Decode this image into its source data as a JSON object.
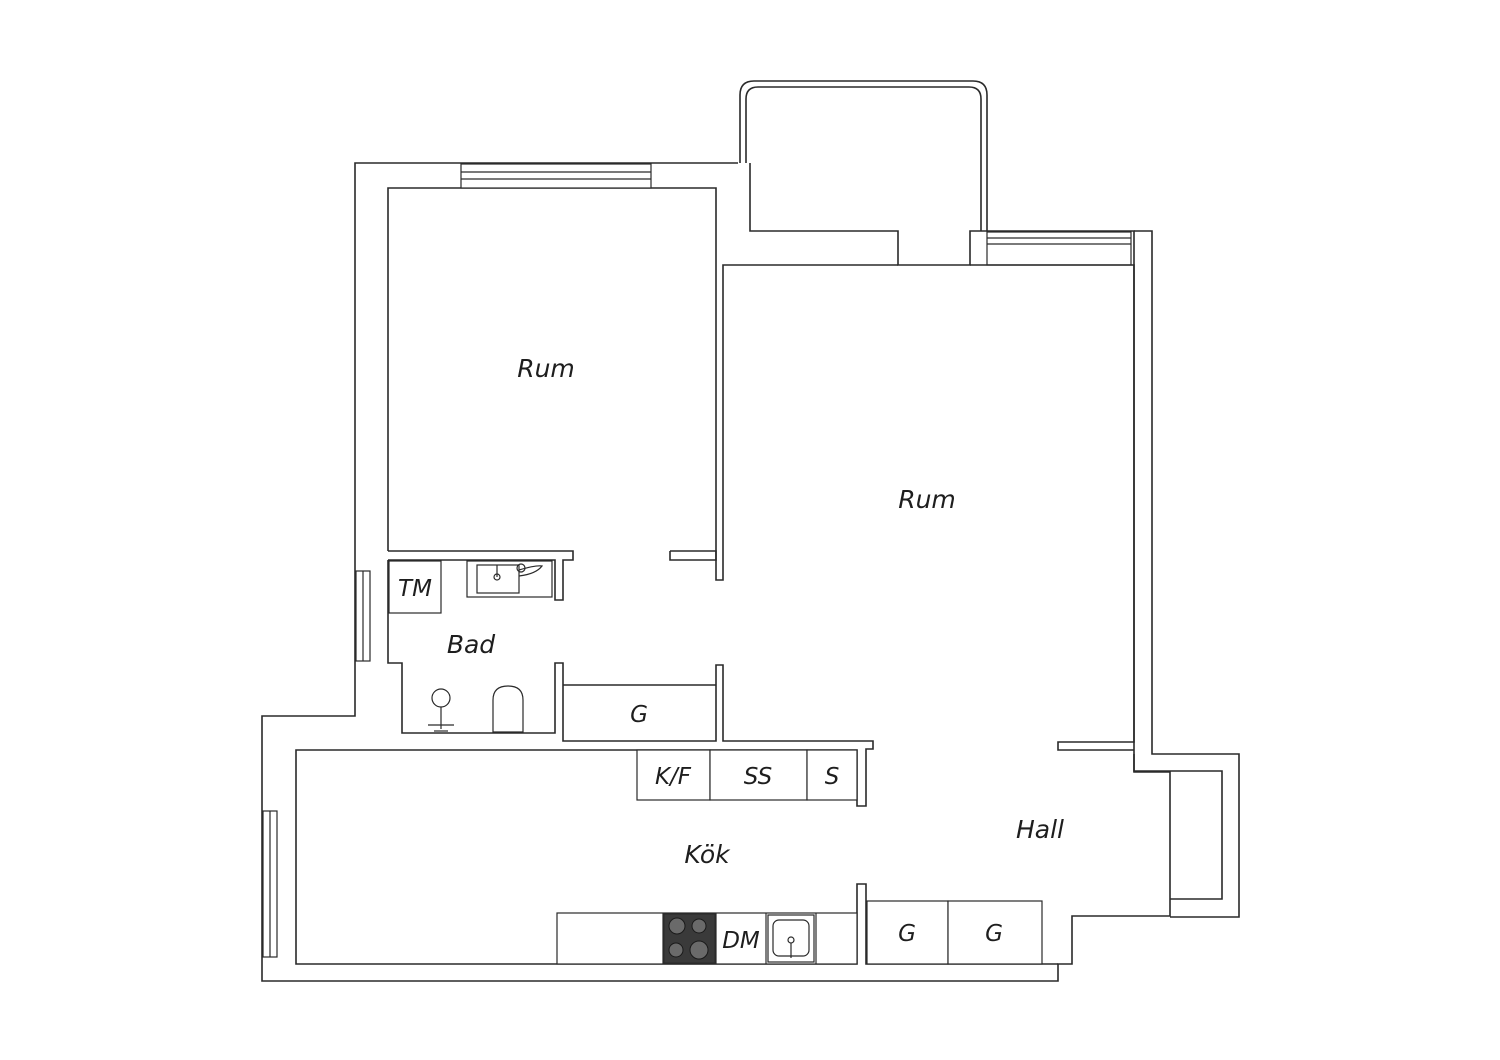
{
  "rooms": {
    "bedroom": "Rum",
    "living_room": "Rum",
    "bathroom": "Bad",
    "kitchen": "Kök",
    "hall": "Hall"
  },
  "fixtures": {
    "washing_machine": "TM",
    "wardrobe_bath": "G",
    "fridge_freezer": "K/F",
    "pantry": "SS",
    "storage": "S",
    "dishwasher": "DM",
    "wardrobe_hall_1": "G",
    "wardrobe_hall_2": "G"
  },
  "colors": {
    "line": "#2a2a2a",
    "stove": "#3a3a3a",
    "background": "#ffffff"
  }
}
